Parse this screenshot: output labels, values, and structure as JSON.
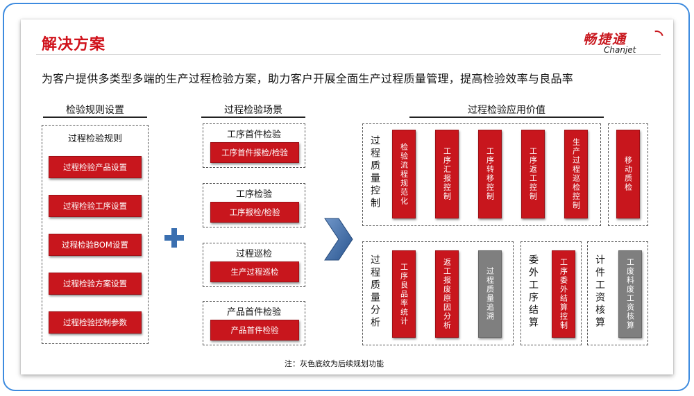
{
  "title": "解决方案",
  "logo": {
    "cn": "畅捷通",
    "en": "Chanjet"
  },
  "subtitle": "为客户提供多类型多端的生产过程检验方案，助力客户开展全面生产过程质量管理，提高检验效率与良品率",
  "columns": {
    "rules": "检验规则设置",
    "scenes": "过程检验场景",
    "values": "过程检验应用价值"
  },
  "rules_box": {
    "title": "过程检验规则",
    "items": [
      "过程检验产品设置",
      "过程检验工序设置",
      "过程检验BOM设置",
      "过程检验方案设置",
      "过程检验控制参数"
    ]
  },
  "scenes": [
    {
      "title": "工序首件检验",
      "button": "工序首件报检/检验"
    },
    {
      "title": "工序检验",
      "button": "工序报检/检验"
    },
    {
      "title": "过程巡检",
      "button": "生产过程巡检"
    },
    {
      "title": "产品首件检验",
      "button": "产品首件检验"
    }
  ],
  "quality_control": {
    "label": "过程质量控制",
    "items": [
      "检验流程规范化",
      "工序汇报控制",
      "工序转移控制",
      "工序返工控制",
      "生产过程巡检控制"
    ]
  },
  "mobile": {
    "label": "移动质检"
  },
  "quality_analysis": {
    "label": "过程质量分析",
    "items": [
      {
        "text": "工序良品率统计",
        "gray": false
      },
      {
        "text": "返工报废原因分析",
        "gray": false
      },
      {
        "text": "过程质量追溯",
        "gray": true
      }
    ]
  },
  "outsourcing": {
    "label": "委外工序结算",
    "item": "工序委外结算控制"
  },
  "piecework": {
    "label": "计件工资核算",
    "item": "工废料废工资核算"
  },
  "note": "注：灰色底纹为后续规划功能",
  "colors": {
    "accent_red": "#c8161d",
    "title_red": "#d0121b",
    "planned_gray": "#7f7f7f",
    "arrow_blue": "#2f5f9a",
    "plus_blue": "#3a6fb0"
  }
}
